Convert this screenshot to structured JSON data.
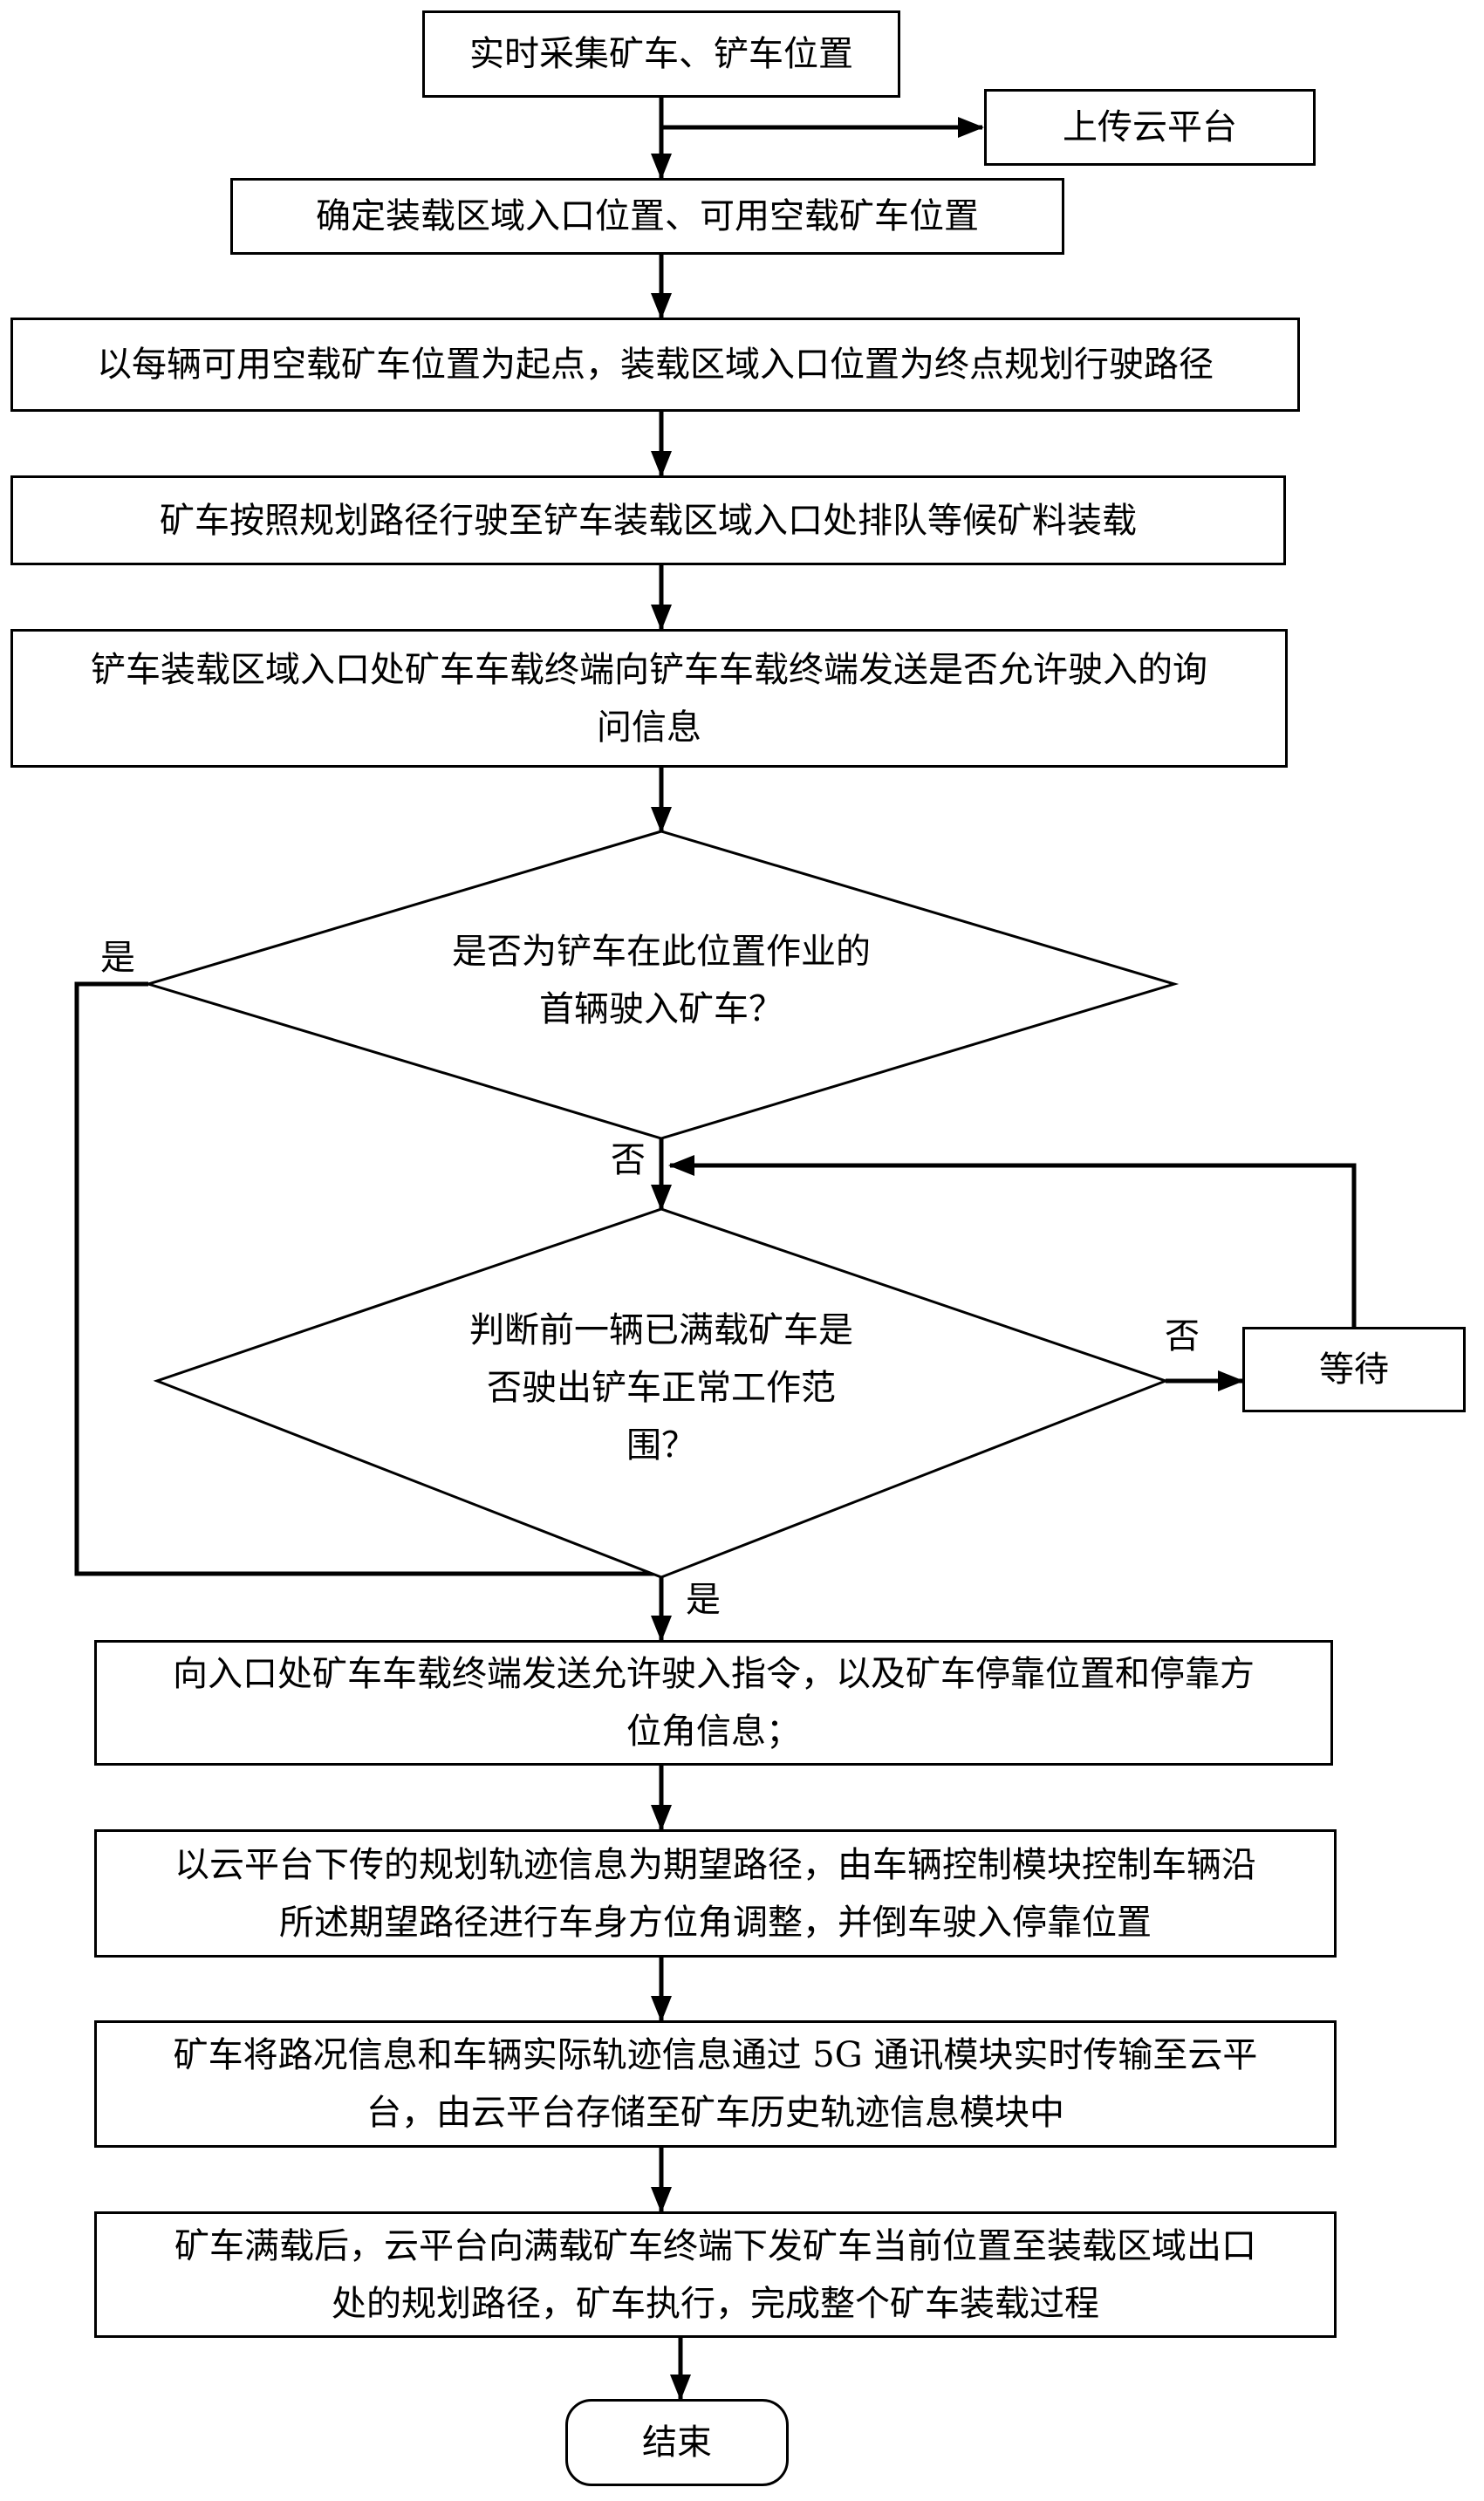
{
  "nodes": {
    "collect": "实时采集矿车、铲车位置",
    "upload": "上传云平台",
    "determine": "确定装载区域入口位置、可用空载矿车位置",
    "plan": "以每辆可用空载矿车位置为起点，装载区域入口位置为终点规划行驶路径",
    "queue": "矿车按照规划路径行驶至铲车装载区域入口处排队等候矿料装载",
    "inquiry": [
      "铲车装载区域入口处矿车车载终端向铲车车载终端发送是否允许驶入的询",
      "问信息"
    ],
    "decision1": [
      "是否为铲车在此位置作业的",
      "首辆驶入矿车？"
    ],
    "decision2": [
      "判断前一辆已满载矿车是",
      "否驶出铲车正常工作范",
      "围？"
    ],
    "wait": "等待",
    "permit": [
      "向入口处矿车车载终端发送允许驶入指令，以及矿车停靠位置和停靠方",
      "位角信息；"
    ],
    "adjust": [
      "以云平台下传的规划轨迹信息为期望路径，由车辆控制模块控制车辆沿",
      "所述期望路径进行车身方位角调整，并倒车驶入停靠位置"
    ],
    "transmit": [
      "矿车将路况信息和车辆实际轨迹信息通过 5G 通讯模块实时传输至云平",
      "台，由云平台存储至矿车历史轨迹信息模块中"
    ],
    "finish": [
      "矿车满载后，云平台向满载矿车终端下发矿车当前位置至装载区域出口",
      "处的规划路径，矿车执行，完成整个矿车装载过程"
    ],
    "end": "结束"
  },
  "labels": {
    "yes_left": "是",
    "no_d1": "否",
    "no_d2": "否",
    "yes_bottom": "是"
  }
}
